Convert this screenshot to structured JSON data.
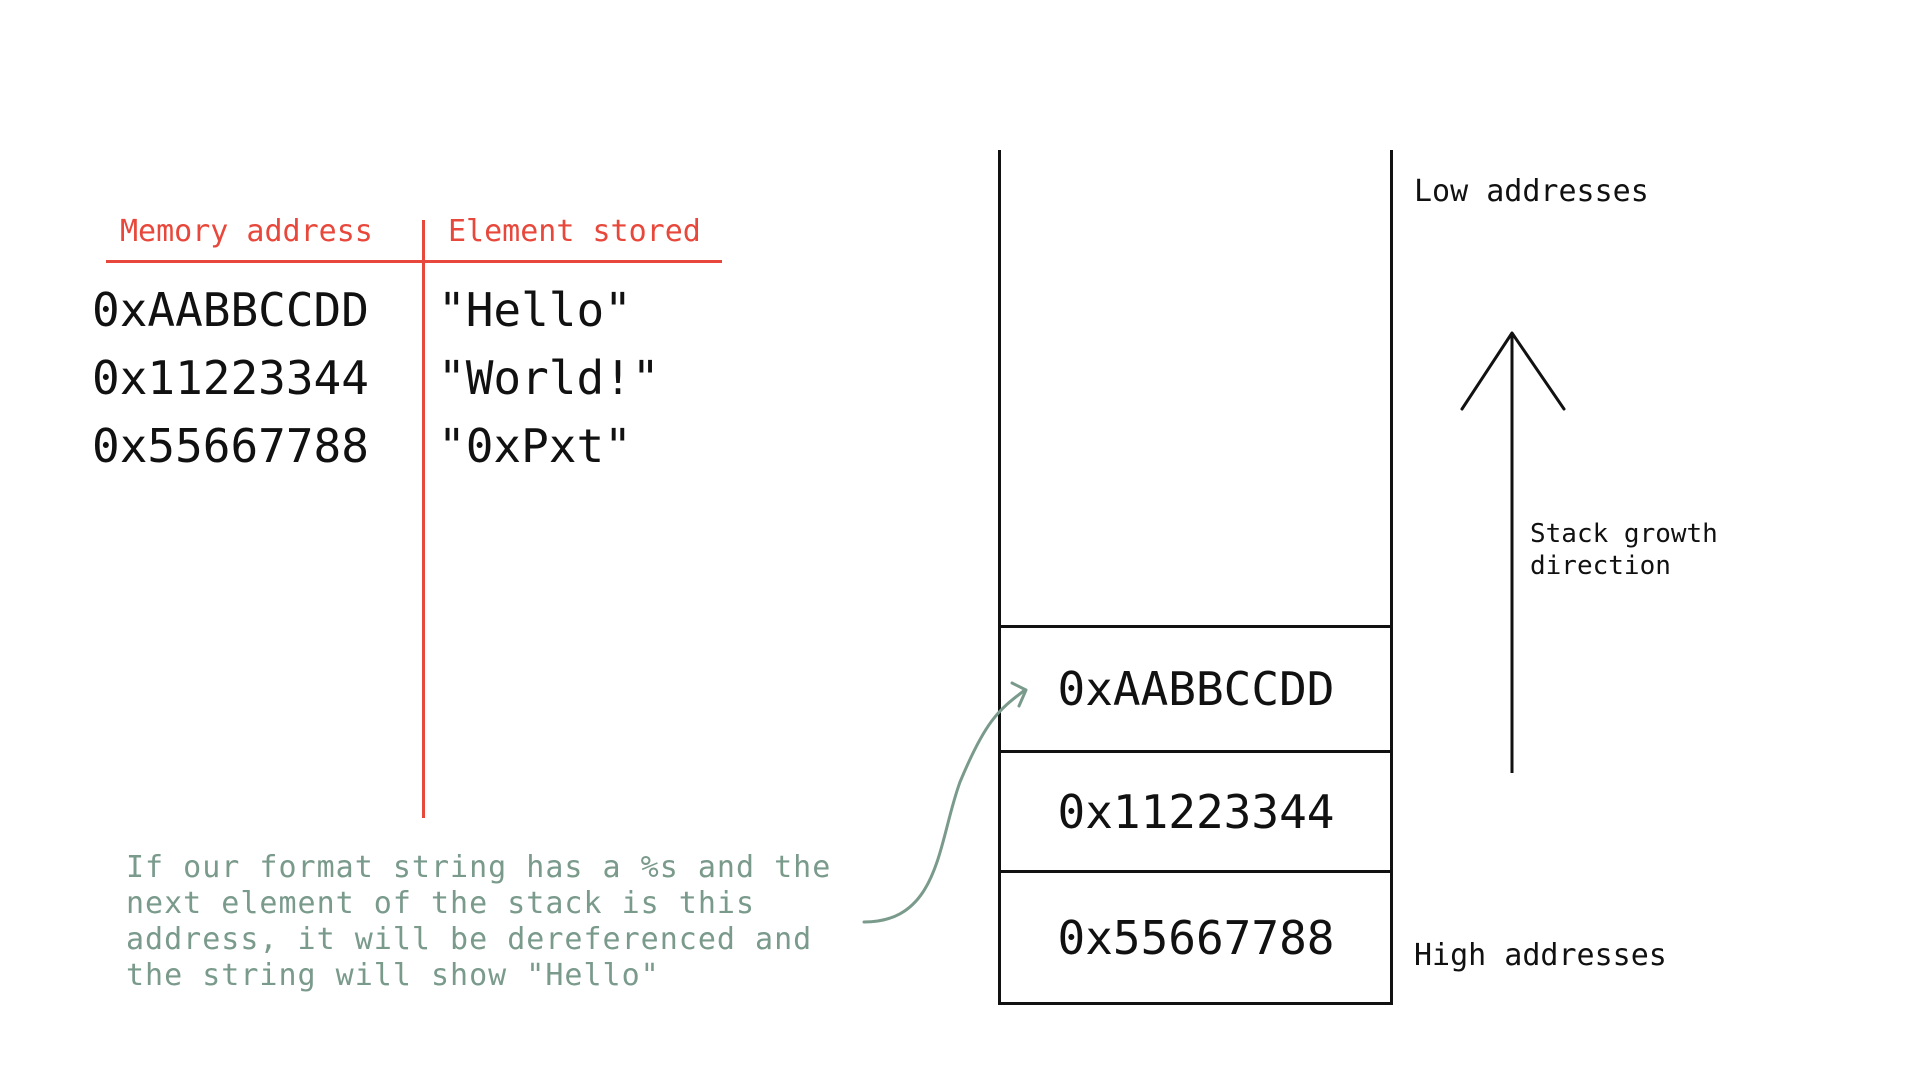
{
  "table": {
    "headers": [
      "Memory address",
      "Element stored"
    ],
    "rows": [
      {
        "address": "0xAABBCCDD",
        "value": "\"Hello\""
      },
      {
        "address": "0x11223344",
        "value": "\"World!\""
      },
      {
        "address": "0x55667788",
        "value": "\"0xPxt\""
      }
    ]
  },
  "stack": {
    "cells": [
      "0xAABBCCDD",
      "0x11223344",
      "0x55667788"
    ],
    "low_label": "Low addresses",
    "high_label": "High addresses",
    "growth_label": "Stack growth\ndirection"
  },
  "note": {
    "text": "If our format string has a %s and the\nnext element of the stack is this\naddress, it will be dereferenced and\nthe string will show \"Hello\""
  },
  "colors": {
    "table_accent": "#e8483b",
    "note_text": "#7a9a8c",
    "ink": "#111111"
  }
}
